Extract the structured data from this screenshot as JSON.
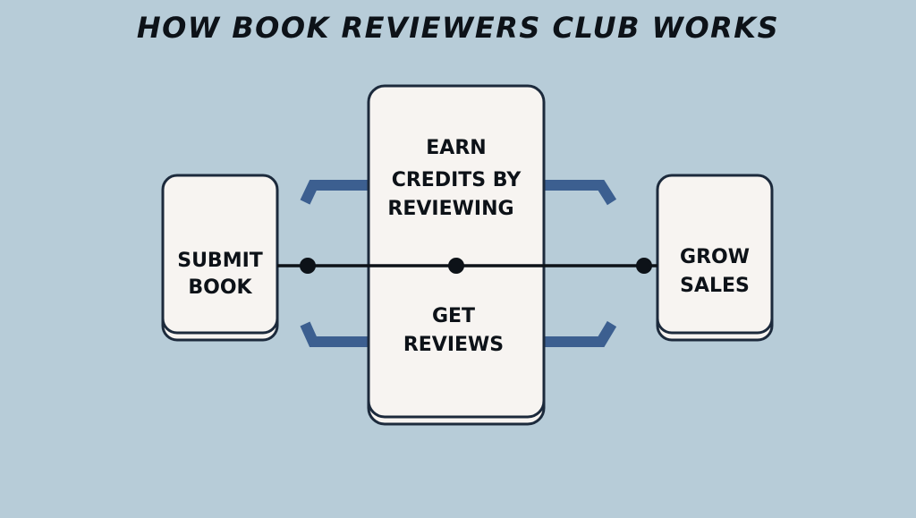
{
  "title": "HOW BOOK REVIEWERS CLUB WORKS",
  "colors": {
    "background": "#b7ccd8",
    "box_fill": "#f7f4f1",
    "box_stroke": "#1c2a3c",
    "bracket": "#3c5f90",
    "line": "#0d1218"
  },
  "boxes": {
    "submit": {
      "lines": [
        "SUBMIT",
        "BOOK"
      ]
    },
    "center": {
      "top_lines": [
        "EARN",
        "CREDITS BY",
        "REVIEWING"
      ],
      "bottom_lines": [
        "GET",
        "REVIEWS"
      ]
    },
    "grow": {
      "lines": [
        "GROW",
        "SALES"
      ]
    }
  }
}
